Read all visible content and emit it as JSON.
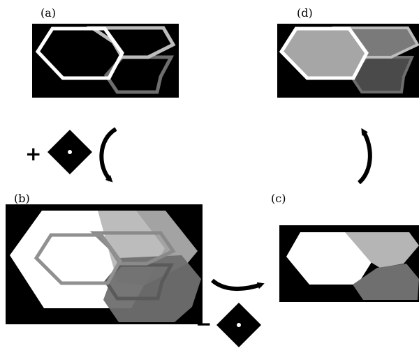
{
  "panels": [
    {
      "id": "a",
      "label": "(a)"
    },
    {
      "id": "b",
      "label": "(b)"
    },
    {
      "id": "c",
      "label": "(c)"
    },
    {
      "id": "d",
      "label": "(d)"
    }
  ],
  "operations": {
    "add_sign": "+",
    "subtract_sign": "−"
  },
  "colors": {
    "background": "#000000",
    "outline_bright": "#ffffff",
    "outline_mid": "#bdbdbd",
    "outline_dim": "#6e6e6e",
    "fill_light": "#a6a6a6",
    "fill_mid": "#7a7a7a",
    "fill_dark": "#4a4a4a"
  },
  "icons": {
    "structuring_element": "diamond-with-center-dot-icon",
    "arrow": "curved-arrow-icon"
  }
}
